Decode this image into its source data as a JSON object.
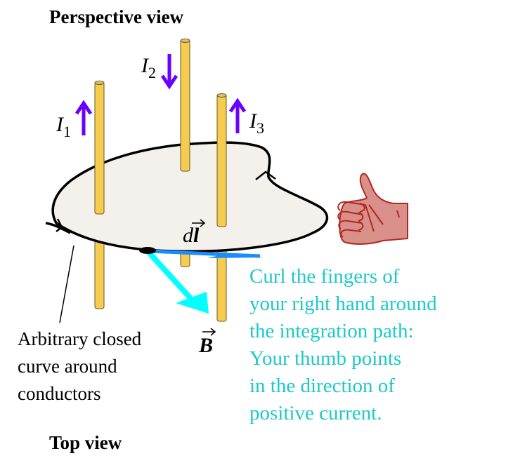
{
  "titles": {
    "perspective": "Perspective view",
    "top": "Top view"
  },
  "currents": [
    {
      "symbol": "I",
      "sub": "1",
      "direction": "up"
    },
    {
      "symbol": "I",
      "sub": "2",
      "direction": "down"
    },
    {
      "symbol": "I",
      "sub": "3",
      "direction": "up"
    }
  ],
  "vectors": {
    "dl_d": "d",
    "dl_l": "l",
    "B": "B"
  },
  "curve_caption": [
    "Arbitrary closed",
    "curve around",
    "conductors"
  ],
  "instruction": [
    "Curl the fingers of",
    "your right hand around",
    "the integration path:",
    "Your thumb points",
    "in the direction of",
    "positive current."
  ],
  "colors": {
    "wire": "#f5cc4f",
    "current_arrow": "#6a00ff",
    "dl": "#1a8cff",
    "B": "#00ffff",
    "instruction": "#1ec8c8",
    "surface": "#f4f0ec",
    "hand": "#d98f8a",
    "hand_line": "#b0281e"
  }
}
